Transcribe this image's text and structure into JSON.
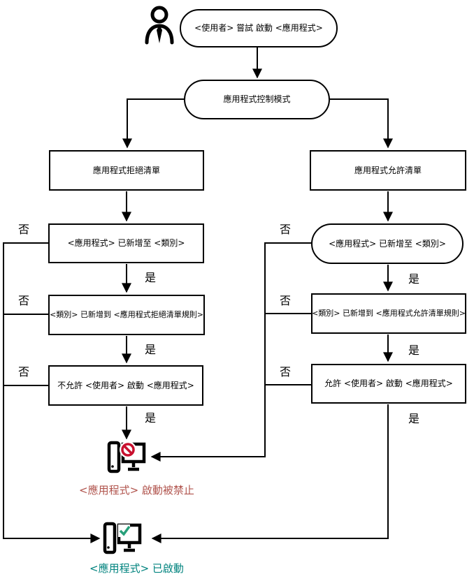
{
  "diagram_title": "Application Control mode flowchart",
  "nodes": {
    "start": "<使用者> 嘗試 啟動 <應用程式>",
    "control_mode": "應用程式控制模式",
    "denylist": "應用程式拒絕清單",
    "allowlist": "應用程式允許清單",
    "deny_app_added": "<應用程式> 已新增至 <類別>",
    "allow_app_added": "<應用程式> 已新增至 <類別>",
    "deny_category_added": "<類別> 已新增到 <應用程式拒絕清單規則>",
    "allow_category_added": "<類別> 已新增到 <應用程式允許清單規則>",
    "deny_start_rule": "不允許 <使用者> 啟動 <應用程式>",
    "allow_start_rule": "允許 <使用者> 啟動 <應用程式>",
    "blocked_result": "<應用程式> 啟動被禁止",
    "started_result": "<應用程式> 已啟動"
  },
  "edge_labels": {
    "no": "否",
    "yes": "是"
  },
  "icons": {
    "actor": "user-actor-icon",
    "blocked": "computer-blocked-icon",
    "started": "computer-started-icon"
  },
  "colors": {
    "line": "#000000",
    "blocked_text": "#b0534c",
    "blocked_sign": "#c8102e",
    "started_text": "#00837e",
    "started_check": "#27a07a"
  }
}
